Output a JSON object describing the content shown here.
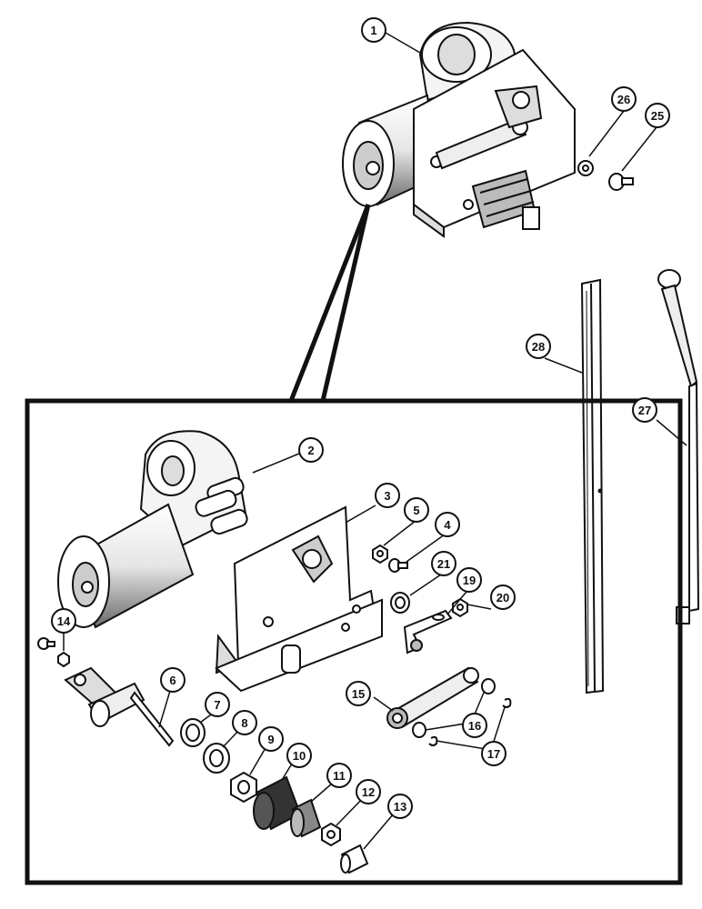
{
  "diagram": {
    "colors": {
      "ink": "#111111",
      "paper": "#ffffff",
      "shade": "#444444"
    },
    "callouts": [
      {
        "id": "c1",
        "label": "1"
      },
      {
        "id": "c2",
        "label": "2"
      },
      {
        "id": "c3",
        "label": "3"
      },
      {
        "id": "c4",
        "label": "4"
      },
      {
        "id": "c5",
        "label": "5"
      },
      {
        "id": "c6",
        "label": "6"
      },
      {
        "id": "c7",
        "label": "7"
      },
      {
        "id": "c8",
        "label": "8"
      },
      {
        "id": "c9",
        "label": "9"
      },
      {
        "id": "c10",
        "label": "10"
      },
      {
        "id": "c11",
        "label": "11"
      },
      {
        "id": "c12",
        "label": "12"
      },
      {
        "id": "c13",
        "label": "13"
      },
      {
        "id": "c14",
        "label": "14"
      },
      {
        "id": "c15",
        "label": "15"
      },
      {
        "id": "c16",
        "label": "16"
      },
      {
        "id": "c17",
        "label": "17"
      },
      {
        "id": "c19",
        "label": "19"
      },
      {
        "id": "c20",
        "label": "20"
      },
      {
        "id": "c21",
        "label": "21"
      },
      {
        "id": "c25",
        "label": "25"
      },
      {
        "id": "c26",
        "label": "26"
      },
      {
        "id": "c27",
        "label": "27"
      },
      {
        "id": "c28",
        "label": "28"
      }
    ]
  }
}
